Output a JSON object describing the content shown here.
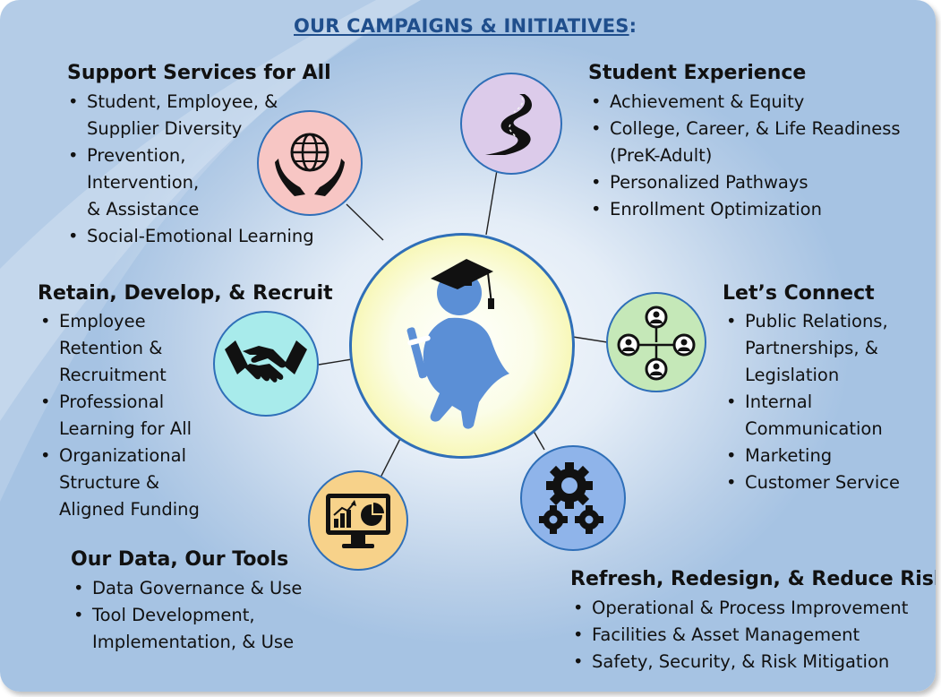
{
  "title": "OUR CAMPAIGNS & INITIATIVES",
  "title_suffix": ":",
  "colors": {
    "title": "#1f4e8c",
    "circle_border": "#2f6fb8",
    "support": "#f7c6c4",
    "student": "#dccbea",
    "retain": "#a8ebeb",
    "connect": "#c5e8b8",
    "data": "#f7d28a",
    "refresh": "#8fb4ea",
    "center_fill": "#f7f6a8",
    "mascot": "#5b8fd6"
  },
  "center": {
    "icon": "graduate-mascot-icon"
  },
  "sections": {
    "support": {
      "heading": "Support Services for All",
      "icon": "globe-in-hands-icon",
      "items": [
        "Student, Employee, &",
        "Supplier Diversity",
        "Prevention,",
        "Intervention,",
        "& Assistance",
        "Social-Emotional Learning"
      ]
    },
    "student": {
      "heading": "Student Experience",
      "icon": "winding-road-icon",
      "items": [
        "Achievement & Equity",
        "College, Career, & Life Readiness",
        "(PreK-Adult)",
        "Personalized Pathways",
        "Enrollment Optimization"
      ]
    },
    "retain": {
      "heading": "Retain, Develop, & Recruit",
      "icon": "handshake-icon",
      "items": [
        "Employee",
        "Retention &",
        "Recruitment",
        "Professional",
        "Learning for All",
        "Organizational",
        "Structure &",
        "Aligned Funding"
      ]
    },
    "connect": {
      "heading": "Let’s Connect",
      "icon": "network-people-icon",
      "items": [
        "Public Relations,",
        "Partnerships, &",
        "Legislation",
        "Internal",
        "Communication",
        "Marketing",
        "Customer Service"
      ]
    },
    "data": {
      "heading": "Our Data, Our Tools",
      "icon": "monitor-chart-icon",
      "items": [
        "Data Governance & Use",
        "Tool Development,",
        "Implementation, & Use"
      ]
    },
    "refresh": {
      "heading": "Refresh, Redesign, & Reduce Risk",
      "icon": "gears-icon",
      "items": [
        "Operational & Process Improvement",
        "Facilities & Asset Management",
        "Safety, Security, & Risk Mitigation"
      ]
    }
  }
}
